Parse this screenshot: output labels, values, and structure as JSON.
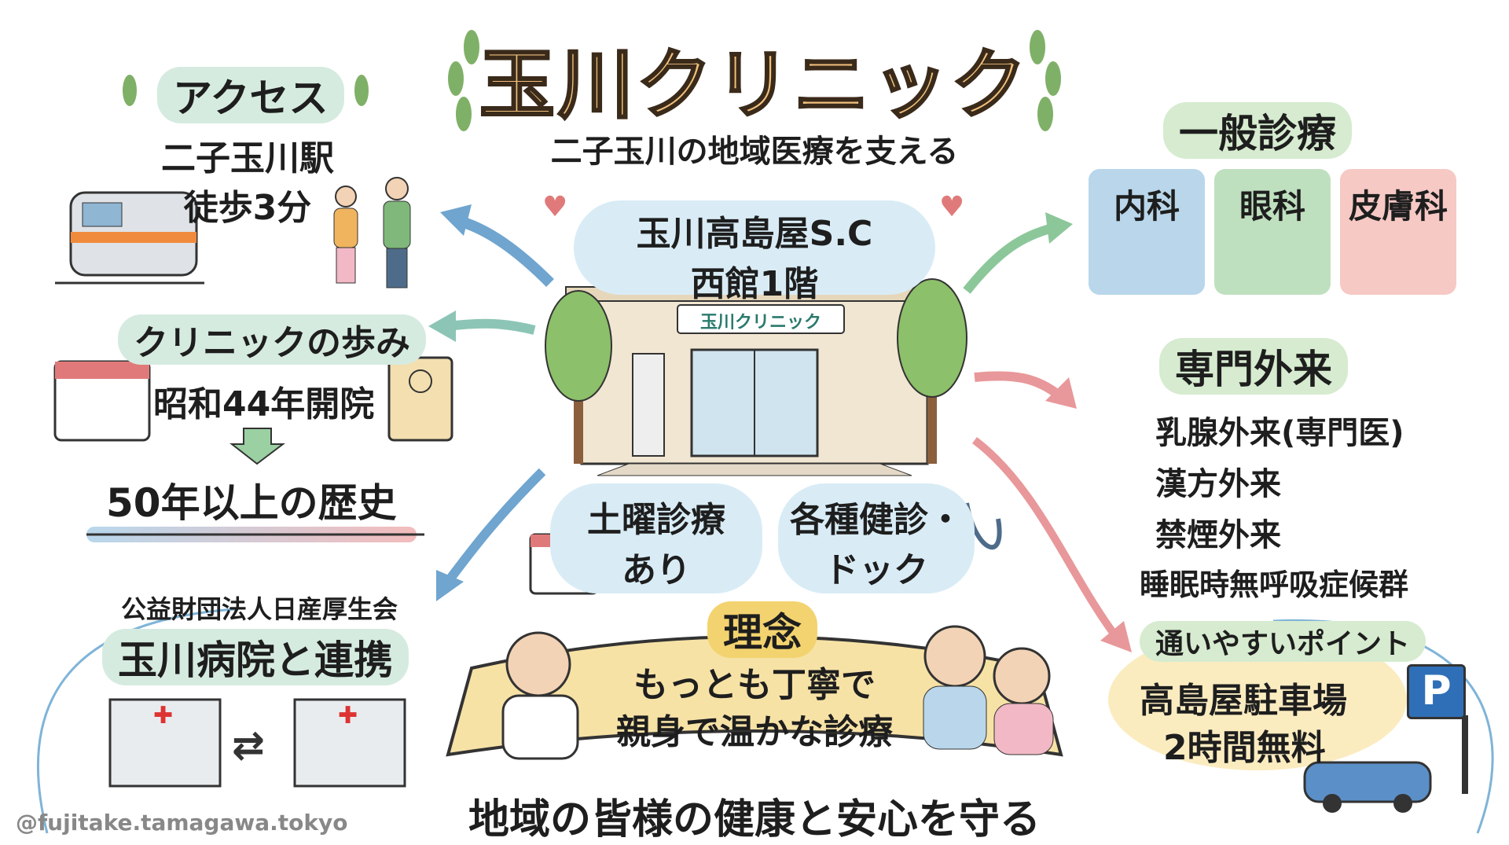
{
  "header": {
    "title": "玉川クリニック",
    "subtitle": "二子玉川の地域医療を支える"
  },
  "access": {
    "heading": "アクセス",
    "station": "二子玉川駅",
    "walk": "徒歩3分"
  },
  "location": {
    "line1": "玉川高島屋S.C",
    "line2": "西館1階",
    "sign": "玉川クリニック"
  },
  "history": {
    "heading": "クリニックの歩み",
    "founded": "昭和44年開院",
    "years": "50年以上の歴史"
  },
  "general": {
    "heading": "一般診療",
    "departments": [
      {
        "label": "内科",
        "color": "#b9d6ea"
      },
      {
        "label": "眼科",
        "color": "#bfe0bf"
      },
      {
        "label": "皮膚科",
        "color": "#f6c9c4"
      }
    ]
  },
  "specialty": {
    "heading": "専門外来",
    "items": [
      "乳腺外来(専門医)",
      "漢方外来",
      "禁煙外来",
      "睡眠時無呼吸症候群"
    ]
  },
  "services": {
    "saturday_1": "土曜診療",
    "saturday_2": "あり",
    "checkup_1": "各種健診・",
    "checkup_2": "ドック"
  },
  "partner": {
    "org": "公益財団法人日産厚生会",
    "heading": "玉川病院と連携"
  },
  "philosophy": {
    "heading": "理念",
    "line1": "もっとも丁寧で",
    "line2": "親身で温かな診療"
  },
  "convenience": {
    "heading": "通いやすいポイント",
    "line1": "高島屋駐車場",
    "line2": "2時間無料",
    "parking_sign": "P"
  },
  "footer": {
    "slogan": "地域の皆様の健康と安心を守る",
    "watermark": "@fujitake.tamagawa.tokyo"
  }
}
